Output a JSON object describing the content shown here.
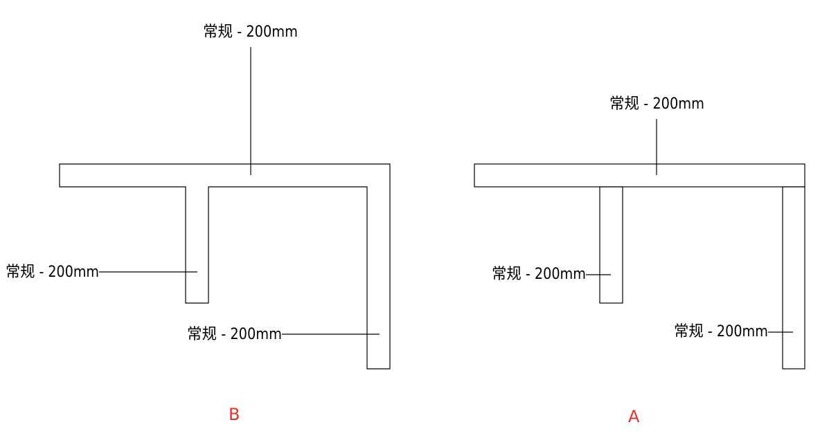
{
  "diagrams": [
    {
      "caption": "B",
      "labels": {
        "top": "常规 - 200mm",
        "left": "常规 - 200mm",
        "right": "常规 - 200mm"
      }
    },
    {
      "caption": "A",
      "labels": {
        "top": "常规 - 200mm",
        "left": "常规 - 200mm",
        "right": "常规 - 200mm"
      }
    }
  ],
  "colors": {
    "caption": "#e8302a",
    "lines": "#000000"
  }
}
